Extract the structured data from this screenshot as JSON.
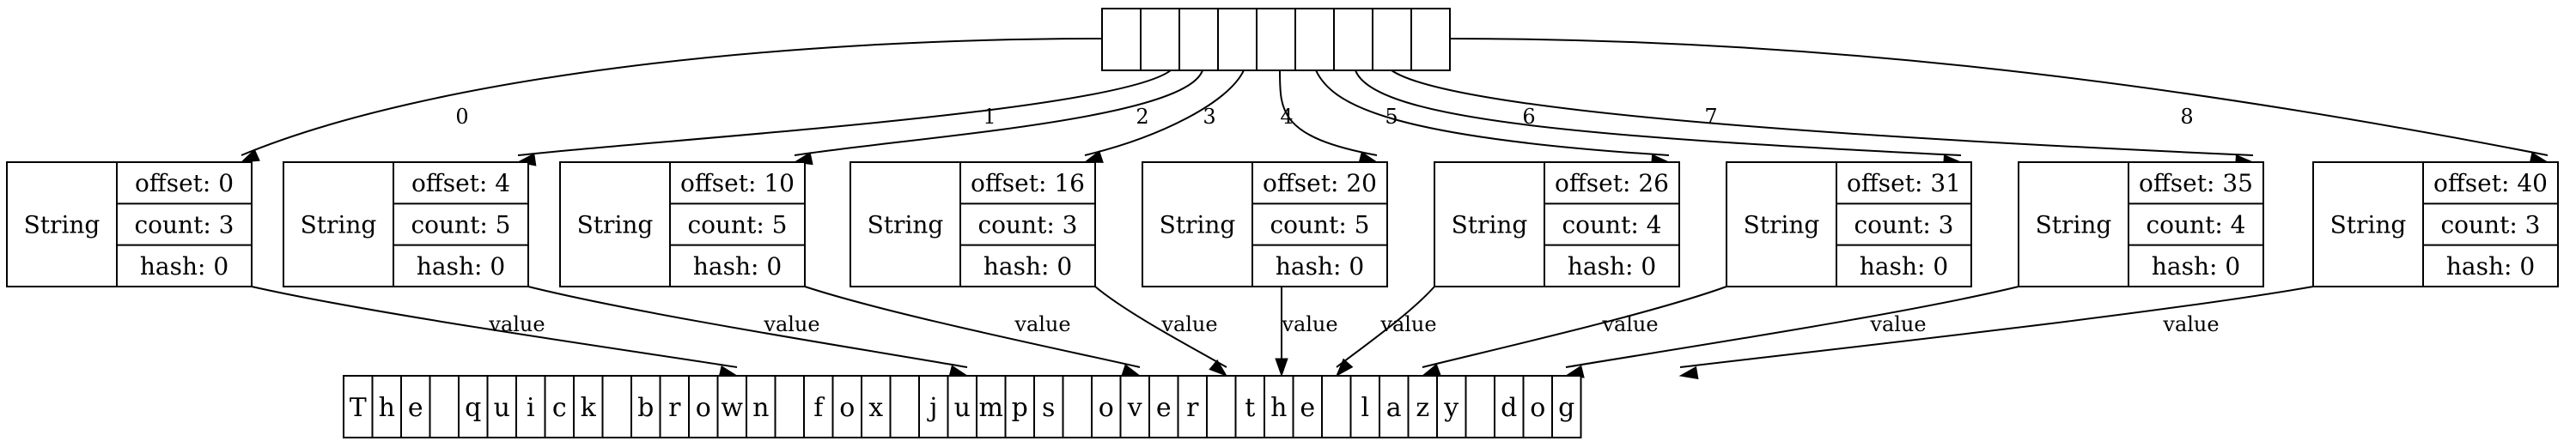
{
  "array": {
    "slot_count": 9
  },
  "strings": [
    {
      "index_label": "0",
      "type_label": "String",
      "offset": "offset: 0",
      "count": "count: 3",
      "hash": "hash: 0",
      "edge_label": "value"
    },
    {
      "index_label": "1",
      "type_label": "String",
      "offset": "offset: 4",
      "count": "count: 5",
      "hash": "hash: 0",
      "edge_label": "value"
    },
    {
      "index_label": "2",
      "type_label": "String",
      "offset": "offset: 10",
      "count": "count: 5",
      "hash": "hash: 0",
      "edge_label": "value"
    },
    {
      "index_label": "3",
      "type_label": "String",
      "offset": "offset: 16",
      "count": "count: 3",
      "hash": "hash: 0",
      "edge_label": "value"
    },
    {
      "index_label": "4",
      "type_label": "String",
      "offset": "offset: 20",
      "count": "count: 5",
      "hash": "hash: 0",
      "edge_label": "value"
    },
    {
      "index_label": "5",
      "type_label": "String",
      "offset": "offset: 26",
      "count": "count: 4",
      "hash": "hash: 0",
      "edge_label": "value"
    },
    {
      "index_label": "6",
      "type_label": "String",
      "offset": "offset: 31",
      "count": "count: 3",
      "hash": "hash: 0",
      "edge_label": "value"
    },
    {
      "index_label": "7",
      "type_label": "String",
      "offset": "offset: 35",
      "count": "count: 4",
      "hash": "hash: 0",
      "edge_label": "value"
    },
    {
      "index_label": "8",
      "type_label": "String",
      "offset": "offset: 40",
      "count": "count: 3",
      "hash": "hash: 0",
      "edge_label": "value"
    }
  ],
  "chars": [
    "T",
    "h",
    "e",
    " ",
    "q",
    "u",
    "i",
    "c",
    "k",
    " ",
    "b",
    "r",
    "o",
    "w",
    "n",
    " ",
    "f",
    "o",
    "x",
    " ",
    "j",
    "u",
    "m",
    "p",
    "s",
    " ",
    "o",
    "v",
    "e",
    "r",
    " ",
    "t",
    "h",
    "e",
    " ",
    "l",
    "a",
    "z",
    "y",
    " ",
    "d",
    "o",
    "g"
  ]
}
